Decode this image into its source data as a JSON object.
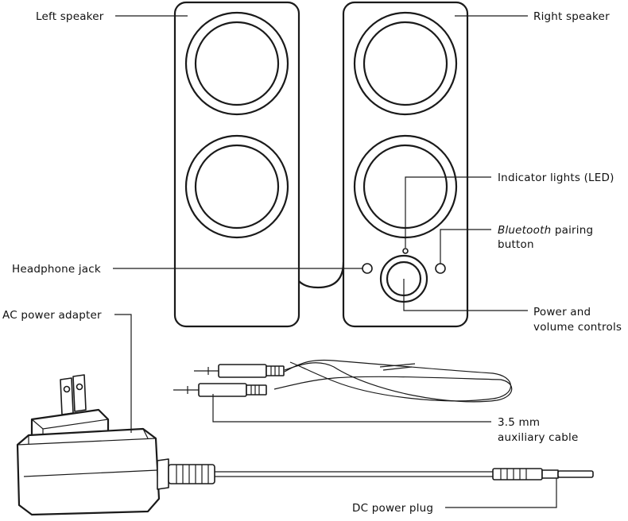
{
  "labels": {
    "left_speaker": "Left speaker",
    "right_speaker": "Right speaker",
    "indicator_lights": "Indicator lights (LED)",
    "bluetooth_pairing_italic": "Bluetooth",
    "bluetooth_pairing_rest": " pairing",
    "bluetooth_pairing_line2": "button",
    "headphone_jack": "Headphone jack",
    "power_volume_line1": "Power and",
    "power_volume_line2": "volume controls",
    "ac_power_adapter": "AC power adapter",
    "aux_cable_line1": "3.5 mm",
    "aux_cable_line2": "auxiliary cable",
    "dc_power_plug": "DC power plug"
  }
}
